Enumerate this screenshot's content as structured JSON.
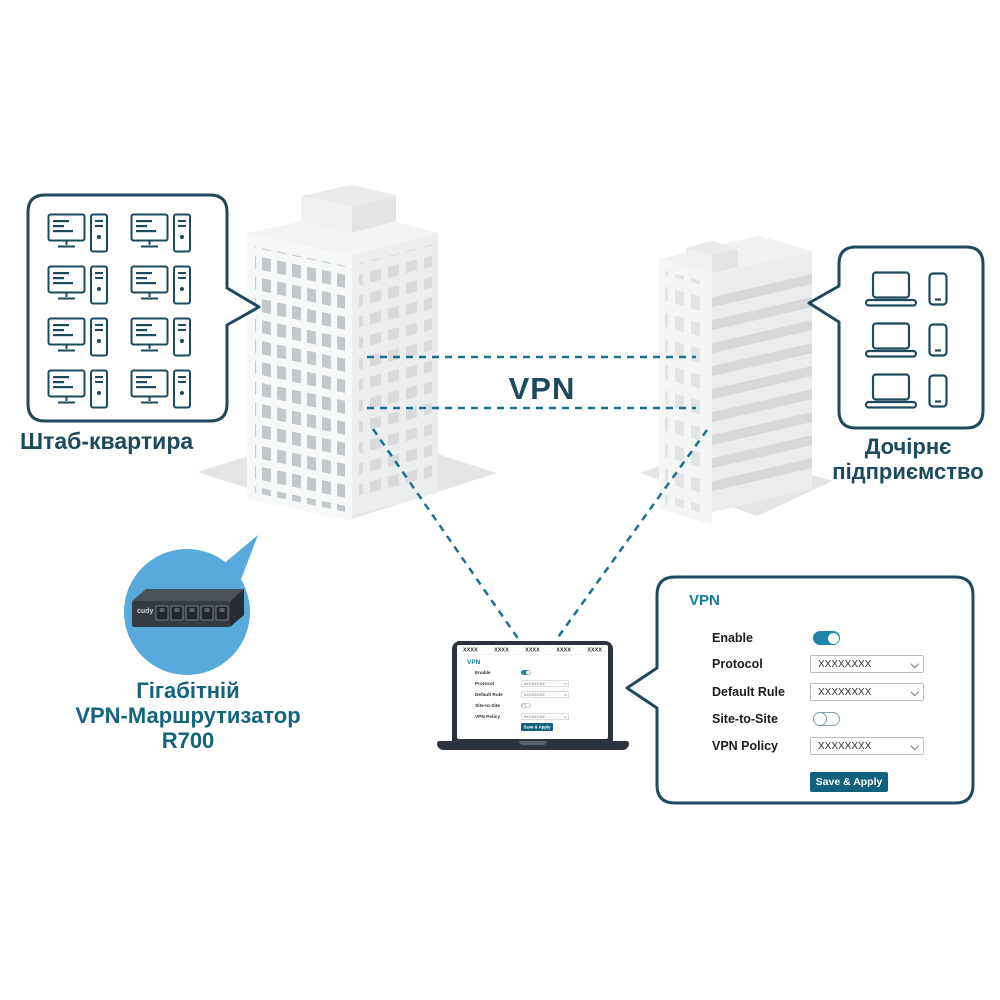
{
  "colors": {
    "navy": "#1d4a5f",
    "teal": "#0f7f9e",
    "toggle_on": "#1f85a8",
    "button_bg": "#11607e",
    "circle_blue": "#57aadb",
    "dash": "#1a7090"
  },
  "headquarters": {
    "label": "Штаб-квартира"
  },
  "branch": {
    "label_line1": "Дочірнє",
    "label_line2": "підприємство"
  },
  "vpn_link": {
    "label": "VPN"
  },
  "router": {
    "brand": "cudy",
    "label_line1": "Гігабітній",
    "label_line2": "VPN-Маршрутизатор",
    "label_line3": "R700"
  },
  "laptop_screen": {
    "tabs": [
      "XXXX",
      "XXXX",
      "XXXX",
      "XXXX",
      "XXXX"
    ]
  },
  "vpn_panel": {
    "title": "VPN",
    "rows": [
      {
        "label": "Enable",
        "type": "toggle",
        "state": "on"
      },
      {
        "label": "Protocol",
        "type": "select",
        "value": "XXXXXXXX"
      },
      {
        "label": "Default Rule",
        "type": "select",
        "value": "XXXXXXXX"
      },
      {
        "label": "Site-to-Site",
        "type": "toggle",
        "state": "off"
      },
      {
        "label": "VPN Policy",
        "type": "select",
        "value": "XXXXXXXX"
      }
    ],
    "save_button": "Save & Apply"
  }
}
